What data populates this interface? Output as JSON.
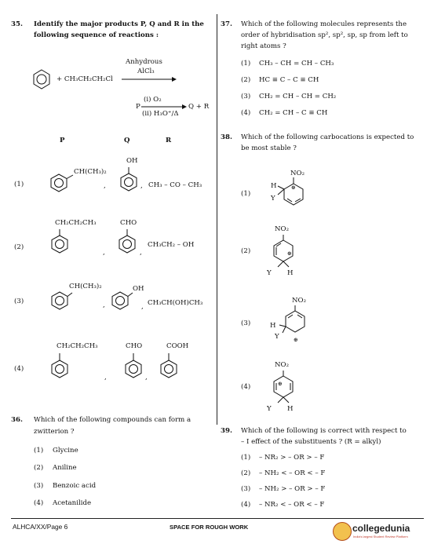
{
  "q35": {
    "num": "35.",
    "line1": "Identify the major products P, Q and R in the",
    "line2": "following sequence of reactions :",
    "reagent": "+ CH₃CH₂CH₂Cl",
    "catalyst1": "Anhydrous",
    "catalyst2": "AlCl₃",
    "p_label": "P",
    "step1": "(i) O₂",
    "step2": "(ii) H₃O⁺/Δ",
    "qr": "Q + R",
    "head_p": "P",
    "head_q": "Q",
    "head_r": "R",
    "opt1_num": "(1)",
    "opt1_p": "CH(CH₃)₂",
    "opt1_q": "OH",
    "opt1_r": "CH₃ – CO – CH₃",
    "opt2_num": "(2)",
    "opt2_p": "CH₂CH₂CH₃",
    "opt2_q": "CHO",
    "opt2_r": "CH₃CH₂ – OH",
    "opt3_num": "(3)",
    "opt3_p": "CH(CH₃)₂",
    "opt3_q": "OH",
    "opt3_r": "CH₃CH(OH)CH₃",
    "opt4_num": "(4)",
    "opt4_p": "CH₂CH₂CH₃",
    "opt4_q": "CHO",
    "opt4_r": "COOH",
    "comma": ","
  },
  "q36": {
    "num": "36.",
    "line1": "Which of the following compounds can form a",
    "line2": "zwitterion ?",
    "options": [
      "(1)",
      "(2)",
      "(3)",
      "(4)"
    ],
    "answers": [
      "Glycine",
      "Aniline",
      "Benzoic acid",
      "Acetanilide"
    ]
  },
  "q37": {
    "num": "37.",
    "line1": "Which of the following molecules represents the",
    "line2": "order of hybridisation sp², sp², sp, sp from left to",
    "line3": "right atoms ?",
    "options": [
      "(1)",
      "(2)",
      "(3)",
      "(4)"
    ],
    "answers": [
      "CH₃ – CH = CH – CH₃",
      "HC ≡ C – C ≡ CH",
      "CH₂ = CH – CH = CH₂",
      "CH₂ = CH – C ≡ CH"
    ]
  },
  "q38": {
    "num": "38.",
    "line1": "Which of the following carbocations is expected to",
    "line2": "be most stable ?",
    "options": [
      "(1)",
      "(2)",
      "(3)",
      "(4)"
    ],
    "no2": "NO₂",
    "h": "H",
    "y": "Y",
    "plus": "⊕"
  },
  "q39": {
    "num": "39.",
    "line1": "Which of the following is correct with respect to",
    "line2": "– I effect of the substituents ? (R = alkyl)",
    "options": [
      "(1)",
      "(2)",
      "(3)",
      "(4)"
    ],
    "answers": [
      "– NR₂ > – OR > – F",
      "– NH₂ < – OR < – F",
      "– NH₂ > – OR > – F",
      "– NR₂ < – OR < – F"
    ]
  },
  "footer": {
    "page": "ALHCA/XX/Page 6",
    "rough": "SPACE FOR ROUGH WORK",
    "brand": "collegedunia",
    "tagline": "India's largest Student Review Platform"
  }
}
